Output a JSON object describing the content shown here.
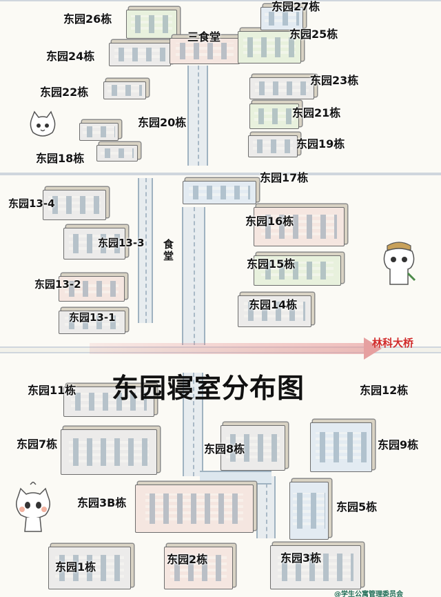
{
  "title": "东园寝室分布图",
  "bridge_label": "林科大桥",
  "canteen_label": "三食堂",
  "side_canteen_label": "食堂",
  "footer_text": "@学生公寓管理委员会",
  "colors": {
    "paper": "#fbfaf5",
    "road": "#e7ecef",
    "bridge_text": "#d12b2b",
    "footer_text": "#1d6b55"
  },
  "buildings": [
    {
      "id": "b27",
      "label": "东园27栋"
    },
    {
      "id": "b26",
      "label": "东园26栋"
    },
    {
      "id": "b25",
      "label": "东园25栋"
    },
    {
      "id": "b24",
      "label": "东园24栋"
    },
    {
      "id": "b23",
      "label": "东园23栋"
    },
    {
      "id": "b22",
      "label": "东园22栋"
    },
    {
      "id": "b21",
      "label": "东园21栋"
    },
    {
      "id": "b20",
      "label": "东园20栋"
    },
    {
      "id": "b19",
      "label": "东园19栋"
    },
    {
      "id": "b18",
      "label": "东园18栋"
    },
    {
      "id": "b17",
      "label": "东园17栋"
    },
    {
      "id": "b13_4",
      "label": "东园13-4"
    },
    {
      "id": "b16",
      "label": "东园16栋"
    },
    {
      "id": "b13_3",
      "label": "东园13-3"
    },
    {
      "id": "b15",
      "label": "东园15栋"
    },
    {
      "id": "b13_2",
      "label": "东园13-2"
    },
    {
      "id": "b14",
      "label": "东园14栋"
    },
    {
      "id": "b13_1",
      "label": "东园13-1"
    },
    {
      "id": "b11",
      "label": "东园11栋"
    },
    {
      "id": "b12",
      "label": "东园12栋"
    },
    {
      "id": "b7",
      "label": "东园7栋"
    },
    {
      "id": "b8",
      "label": "东园8栋"
    },
    {
      "id": "b9",
      "label": "东园9栋"
    },
    {
      "id": "b3b",
      "label": "东园3B栋"
    },
    {
      "id": "b5",
      "label": "东园5栋"
    },
    {
      "id": "b1",
      "label": "东园1栋"
    },
    {
      "id": "b2",
      "label": "东园2栋"
    },
    {
      "id": "b3",
      "label": "东园3栋"
    }
  ]
}
